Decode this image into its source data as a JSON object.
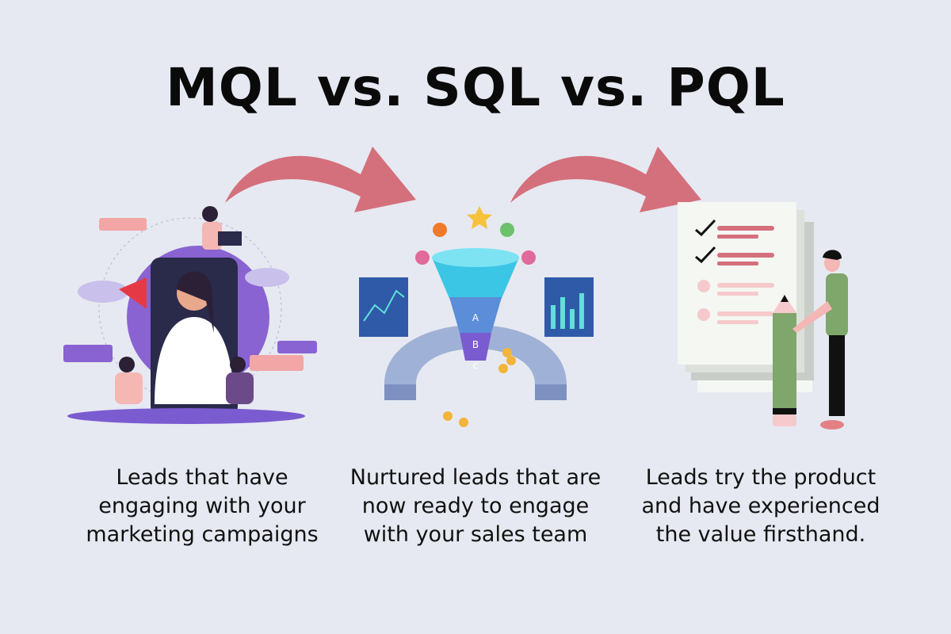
{
  "title": "MQL vs. SQL vs. PQL",
  "colors": {
    "background": "#e6e9f1",
    "arrow": "#d4707c",
    "accent_green": "#7fa66b",
    "accent_purple": "#8a63d2"
  },
  "columns": [
    {
      "illustration": "marketing-campaign-illustration",
      "caption_lines": [
        "Leads that have",
        "engaging with your",
        "marketing campaigns"
      ]
    },
    {
      "illustration": "sales-funnel-illustration",
      "caption_lines": [
        "Nurtured leads that are",
        "now ready to engage",
        "with your sales team"
      ]
    },
    {
      "illustration": "product-checklist-illustration",
      "caption_lines": [
        "Leads try the product",
        "and have experienced",
        "the value firsthand."
      ]
    }
  ],
  "funnel_labels": [
    "A",
    "B",
    "C"
  ]
}
